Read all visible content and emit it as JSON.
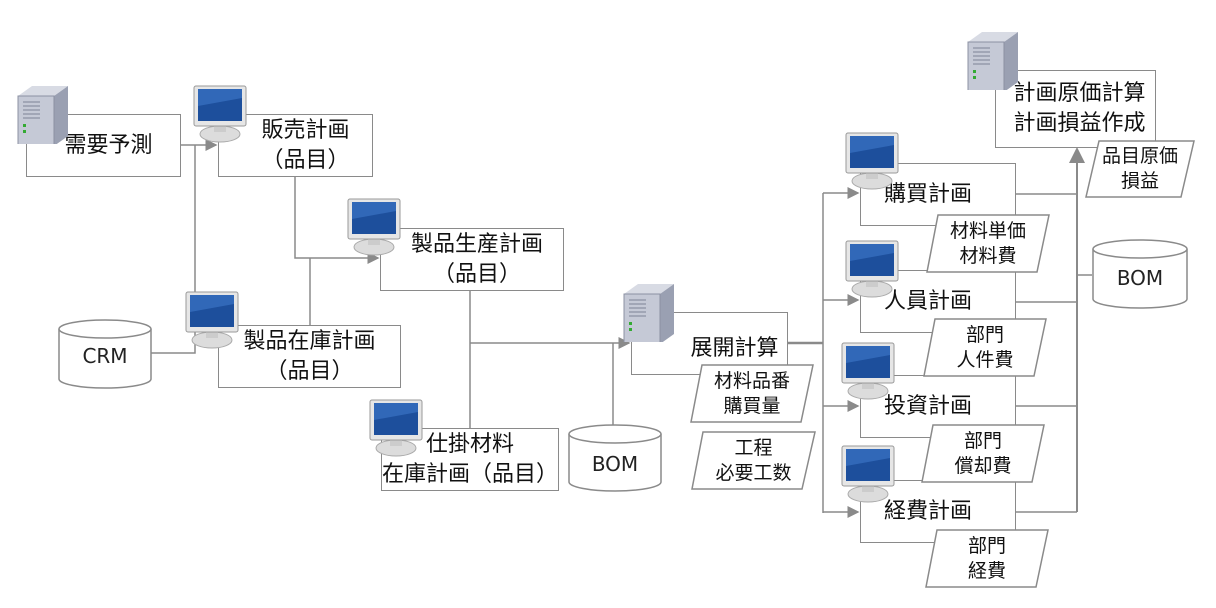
{
  "nodes": {
    "demand": {
      "label": "需要予測"
    },
    "sales": {
      "line1": "販売計画",
      "line2": "（品目）"
    },
    "production": {
      "line1": "製品生産計画",
      "line2": "（品目）"
    },
    "inventory": {
      "line1": "製品在庫計画",
      "line2": "（品目）"
    },
    "wip": {
      "line1": "仕掛材料",
      "line2": "在庫計画（品目）"
    },
    "explosion": {
      "label": "展開計算"
    },
    "purchase": {
      "label": "購買計画"
    },
    "personnel": {
      "label": "人員計画"
    },
    "investment": {
      "label": "投資計画"
    },
    "expense": {
      "label": "経費計画"
    },
    "costing": {
      "line1": "計画原価計算",
      "line2": "計画損益作成"
    }
  },
  "data_items": {
    "item_cost": {
      "line1": "品目原価",
      "line2": "損益"
    },
    "material": {
      "line1": "材料単価",
      "line2": "材料費"
    },
    "personnel": {
      "line1": "部門",
      "line2": "人件費"
    },
    "depreciation": {
      "line1": "部門",
      "line2": "償却費"
    },
    "expense": {
      "line1": "部門",
      "line2": "経費"
    },
    "parts": {
      "line1": "材料品番",
      "line2": "購買量"
    },
    "process": {
      "line1": "工程",
      "line2": "必要工数"
    }
  },
  "databases": {
    "crm": "CRM",
    "bom1": "BOM",
    "bom2": "BOM"
  },
  "colors": {
    "line": "#8a8a8a",
    "monitor": "#1d4f9c"
  }
}
